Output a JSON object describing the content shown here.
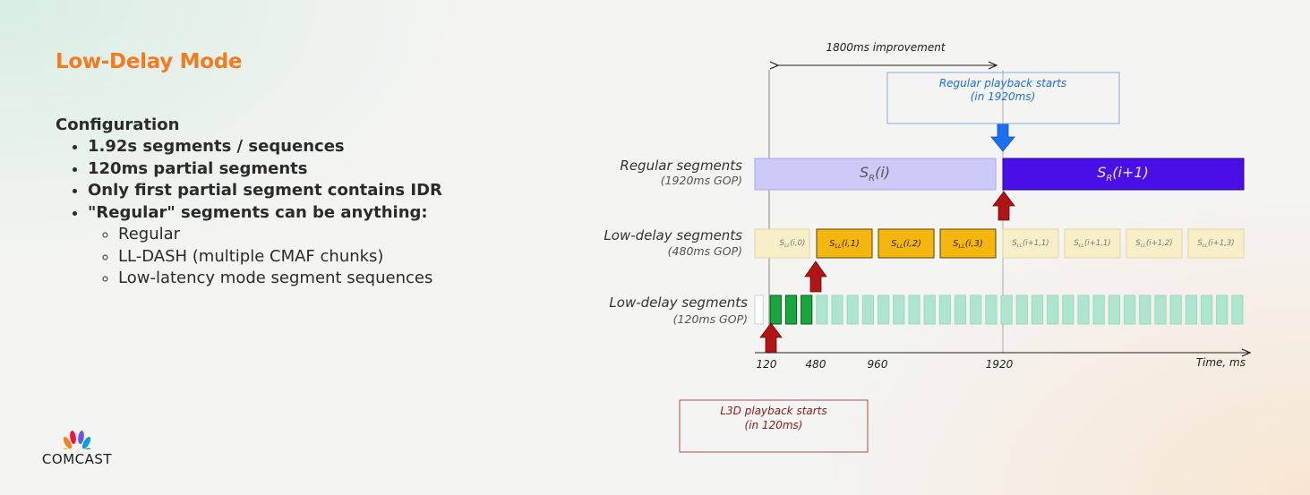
{
  "slide": {
    "title": "Low-Delay Mode",
    "config_heading": "Configuration",
    "bullets": [
      "1.92s segments / sequences",
      "120ms partial segments",
      "Only first partial segment contains IDR",
      "\"Regular\" segments can be anything:"
    ],
    "sub_bullets": [
      "Regular",
      "LL-DASH (multiple CMAF chunks)",
      "Low-latency mode segment sequences"
    ],
    "logo_text": "COMCAST"
  },
  "diagram": {
    "improvement_label": "1800ms improvement",
    "regular_callout": [
      "Regular playback starts",
      "(in 1920ms)"
    ],
    "l3d_callout": [
      "L3D playback starts",
      "(in 120ms)"
    ],
    "rows": [
      {
        "label": "Regular segments",
        "sublabel": "(1920ms GOP)"
      },
      {
        "label": "Low-delay segments",
        "sublabel": "(480ms GOP)"
      },
      {
        "label": "Low-delay segments",
        "sublabel": "(120ms GOP)"
      }
    ],
    "regular_segments": [
      {
        "base": "S",
        "sub": "R",
        "suffix": "(i)",
        "state": "pending"
      },
      {
        "base": "S",
        "sub": "R",
        "suffix": "(i+1)",
        "state": "active"
      }
    ],
    "low_delay_segments": [
      {
        "base": "S",
        "sub": "LL",
        "suffix": "(i,0)",
        "state": "faded"
      },
      {
        "base": "S",
        "sub": "LL",
        "suffix": "(i,1)",
        "state": "active"
      },
      {
        "base": "S",
        "sub": "LL",
        "suffix": "(i,2)",
        "state": "active"
      },
      {
        "base": "S",
        "sub": "LL",
        "suffix": "(i,3)",
        "state": "active"
      },
      {
        "base": "S",
        "sub": "LL",
        "suffix": "(i+1,1)",
        "state": "faded"
      },
      {
        "base": "S",
        "sub": "LL",
        "suffix": "(i+1,1)",
        "state": "faded"
      },
      {
        "base": "S",
        "sub": "LL",
        "suffix": "(i+1,2)",
        "state": "faded"
      },
      {
        "base": "S",
        "sub": "LL",
        "suffix": "(i+1,3)",
        "state": "faded"
      }
    ],
    "chunk_count": 32,
    "active_chunks": 3,
    "axis_ticks": [
      "120",
      "480",
      "960",
      "1920"
    ],
    "axis_label": "Time, ms",
    "colors": {
      "regular_pending": "#cccbf7",
      "regular_active": "#4a0fe6",
      "ll_active": "#f5b70e",
      "ll_faded": "#f8eec8",
      "chunk_active": "#17a73c",
      "chunk_faded": "#aee5cf",
      "blue_arrow": "#1d6ff2",
      "red_arrow": "#b01414",
      "callout_blue": "#1c6fe8",
      "callout_red": "#8e1a1a",
      "title": "#f47b20"
    }
  }
}
